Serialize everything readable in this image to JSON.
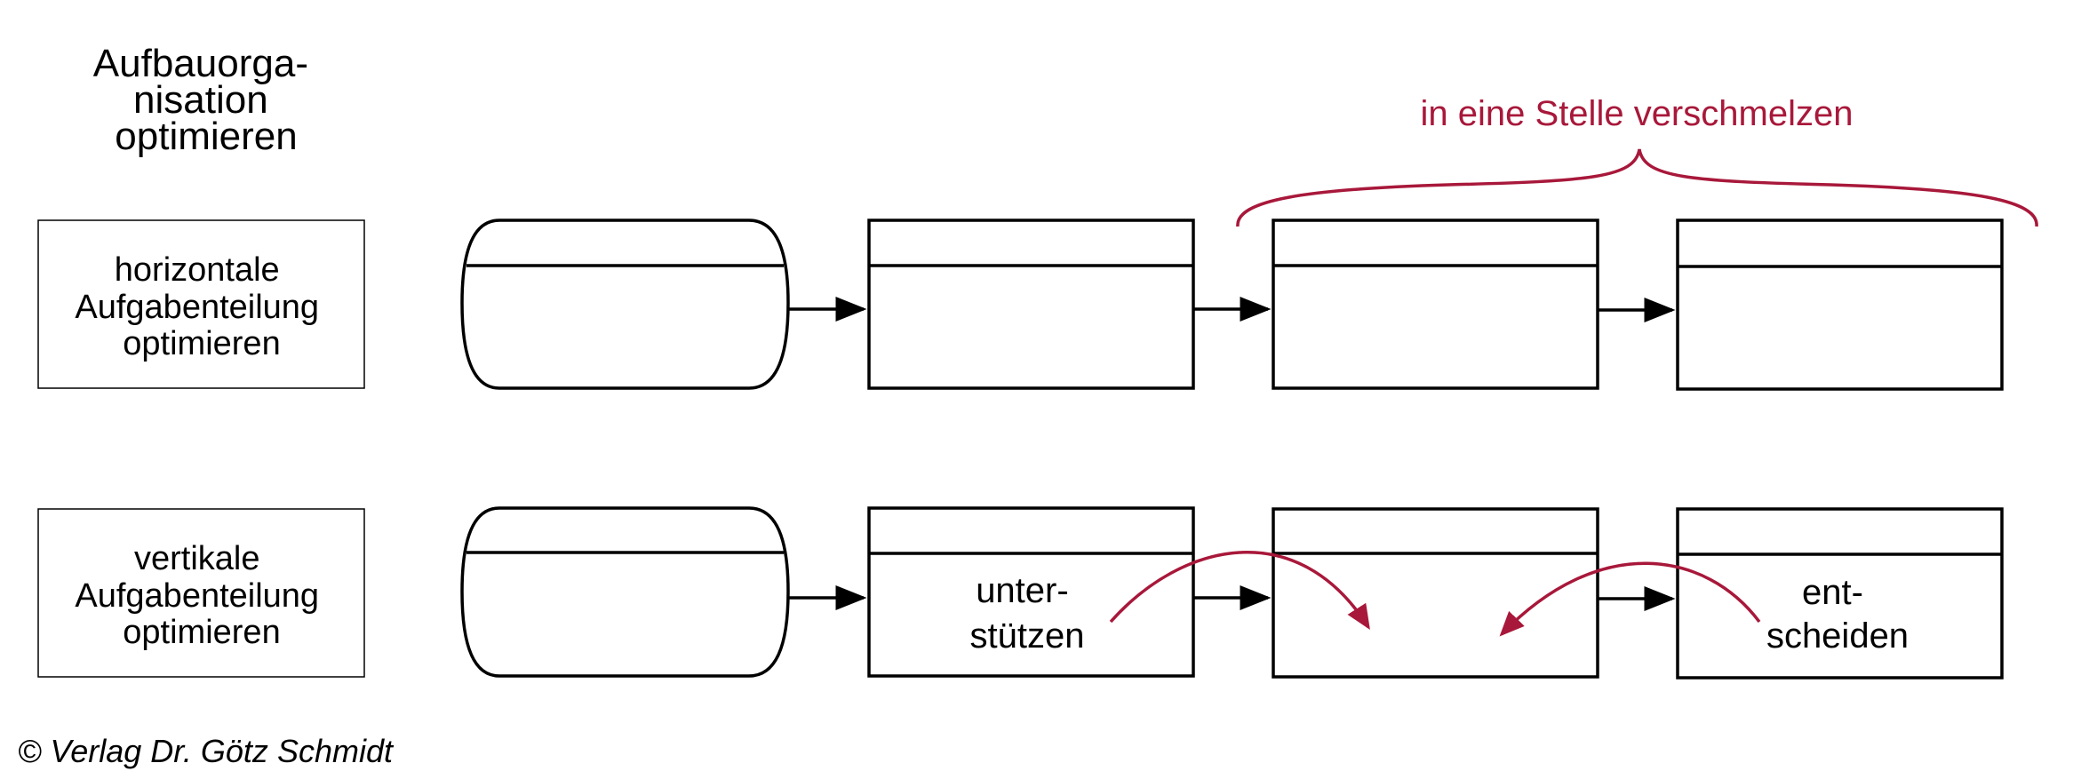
{
  "title": [
    "Aufbauorga-",
    "nisation",
    "optimieren"
  ],
  "rows": [
    {
      "label": [
        "horizontale",
        "Aufgabenteilung",
        "optimieren"
      ]
    },
    {
      "label": [
        "vertikale",
        "Aufgabenteilung",
        "optimieren"
      ]
    }
  ],
  "brace_label": "in eine Stelle verschmelzen",
  "box_texts": {
    "support": [
      "unter-",
      "stützen"
    ],
    "decide": [
      "ent-",
      "scheiden"
    ]
  },
  "copyright": "© Verlag Dr. Götz Schmidt",
  "colors": {
    "accent": "#a8183a",
    "line": "#000000"
  }
}
